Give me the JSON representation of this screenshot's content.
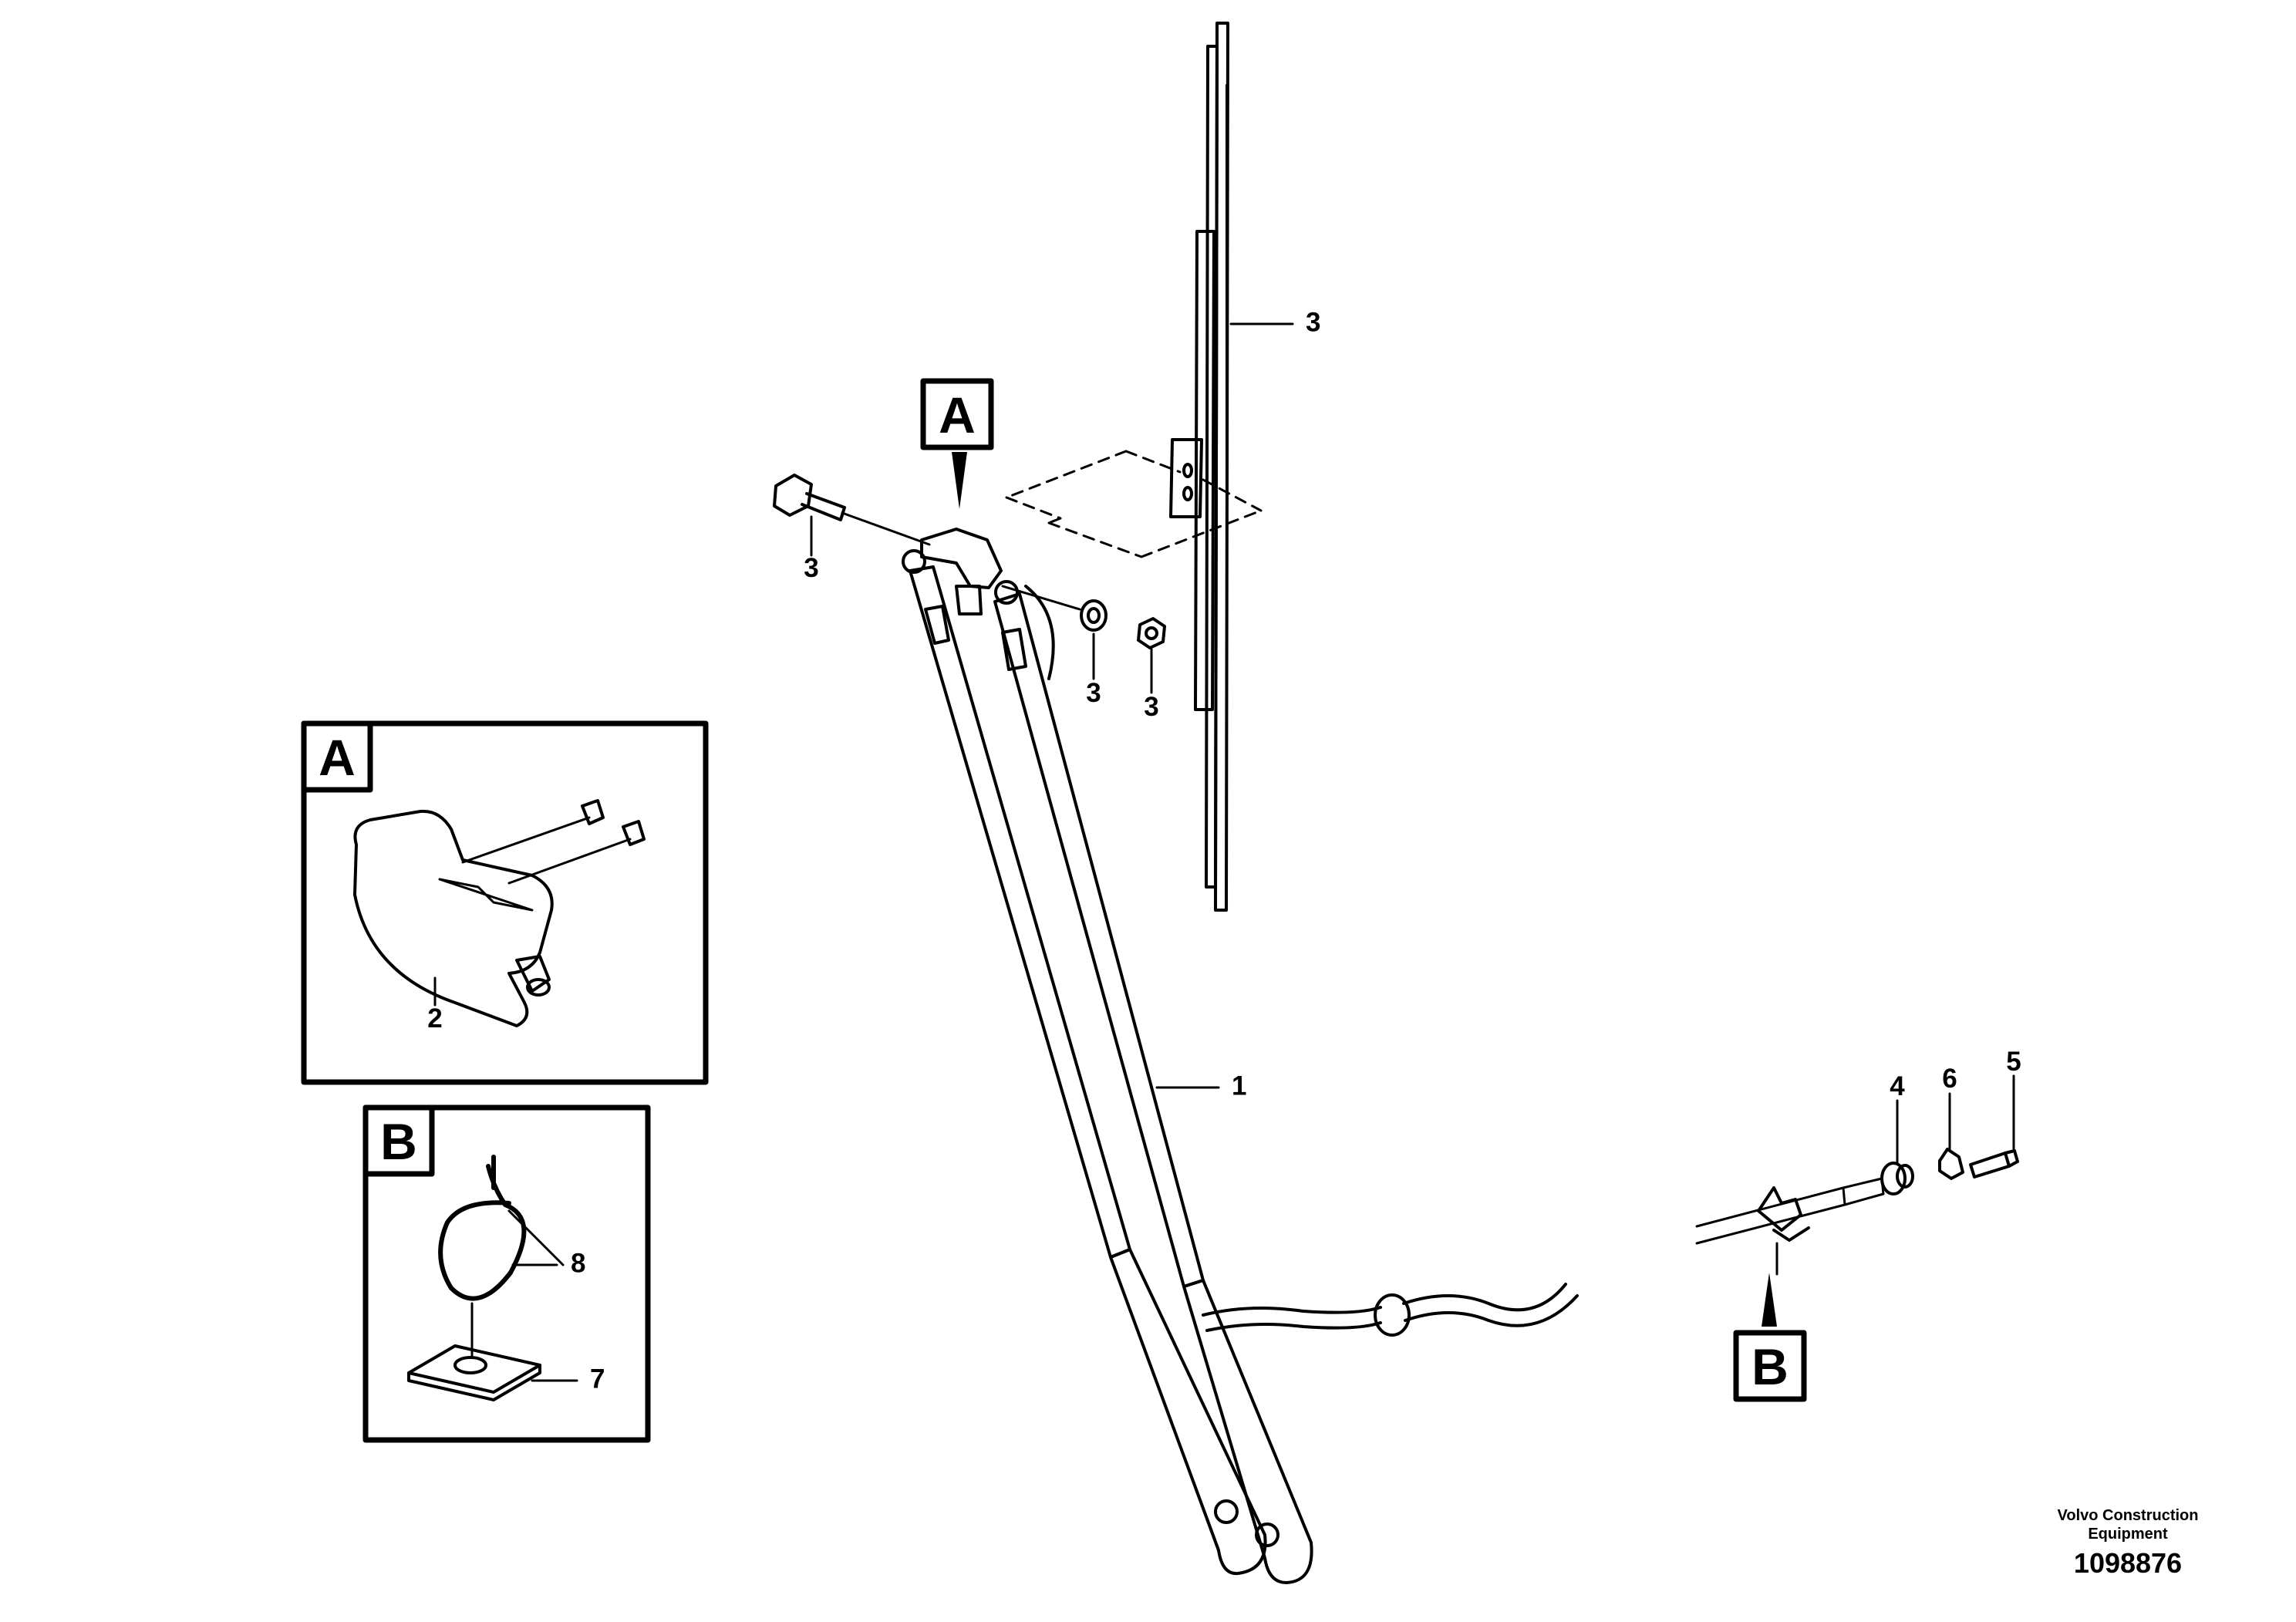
{
  "callouts": {
    "A": "A",
    "B": "B"
  },
  "part_numbers": {
    "wiper_blade": "3",
    "bolt": "3",
    "washer": "3",
    "nut": "3",
    "wiper_arm": "1",
    "arm_cover": "2",
    "grommet": "4",
    "clip": "6",
    "nozzle": "5",
    "cable_tie": "8",
    "tie_base": "7"
  },
  "footer": {
    "brand": "Volvo Construction Equipment",
    "drawing_number": "1098876"
  }
}
